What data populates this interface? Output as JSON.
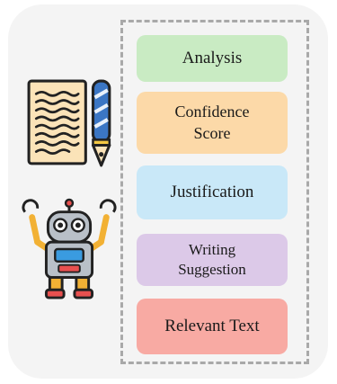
{
  "icons": {
    "document": "document-with-pen-icon",
    "robot": "robot-icon"
  },
  "boxes": [
    {
      "id": "analysis",
      "label": "Analysis",
      "color": "#c9ebc3"
    },
    {
      "id": "confidence",
      "lines": [
        "Confidence",
        "Score"
      ],
      "color": "#fcd9a8"
    },
    {
      "id": "justification",
      "label": "Justification",
      "color": "#c9e8f8"
    },
    {
      "id": "writing",
      "lines": [
        "Writing",
        "Suggestion"
      ],
      "color": "#dcc9e8"
    },
    {
      "id": "relevant",
      "label": "Relevant Text",
      "color": "#f8aaa3"
    }
  ]
}
